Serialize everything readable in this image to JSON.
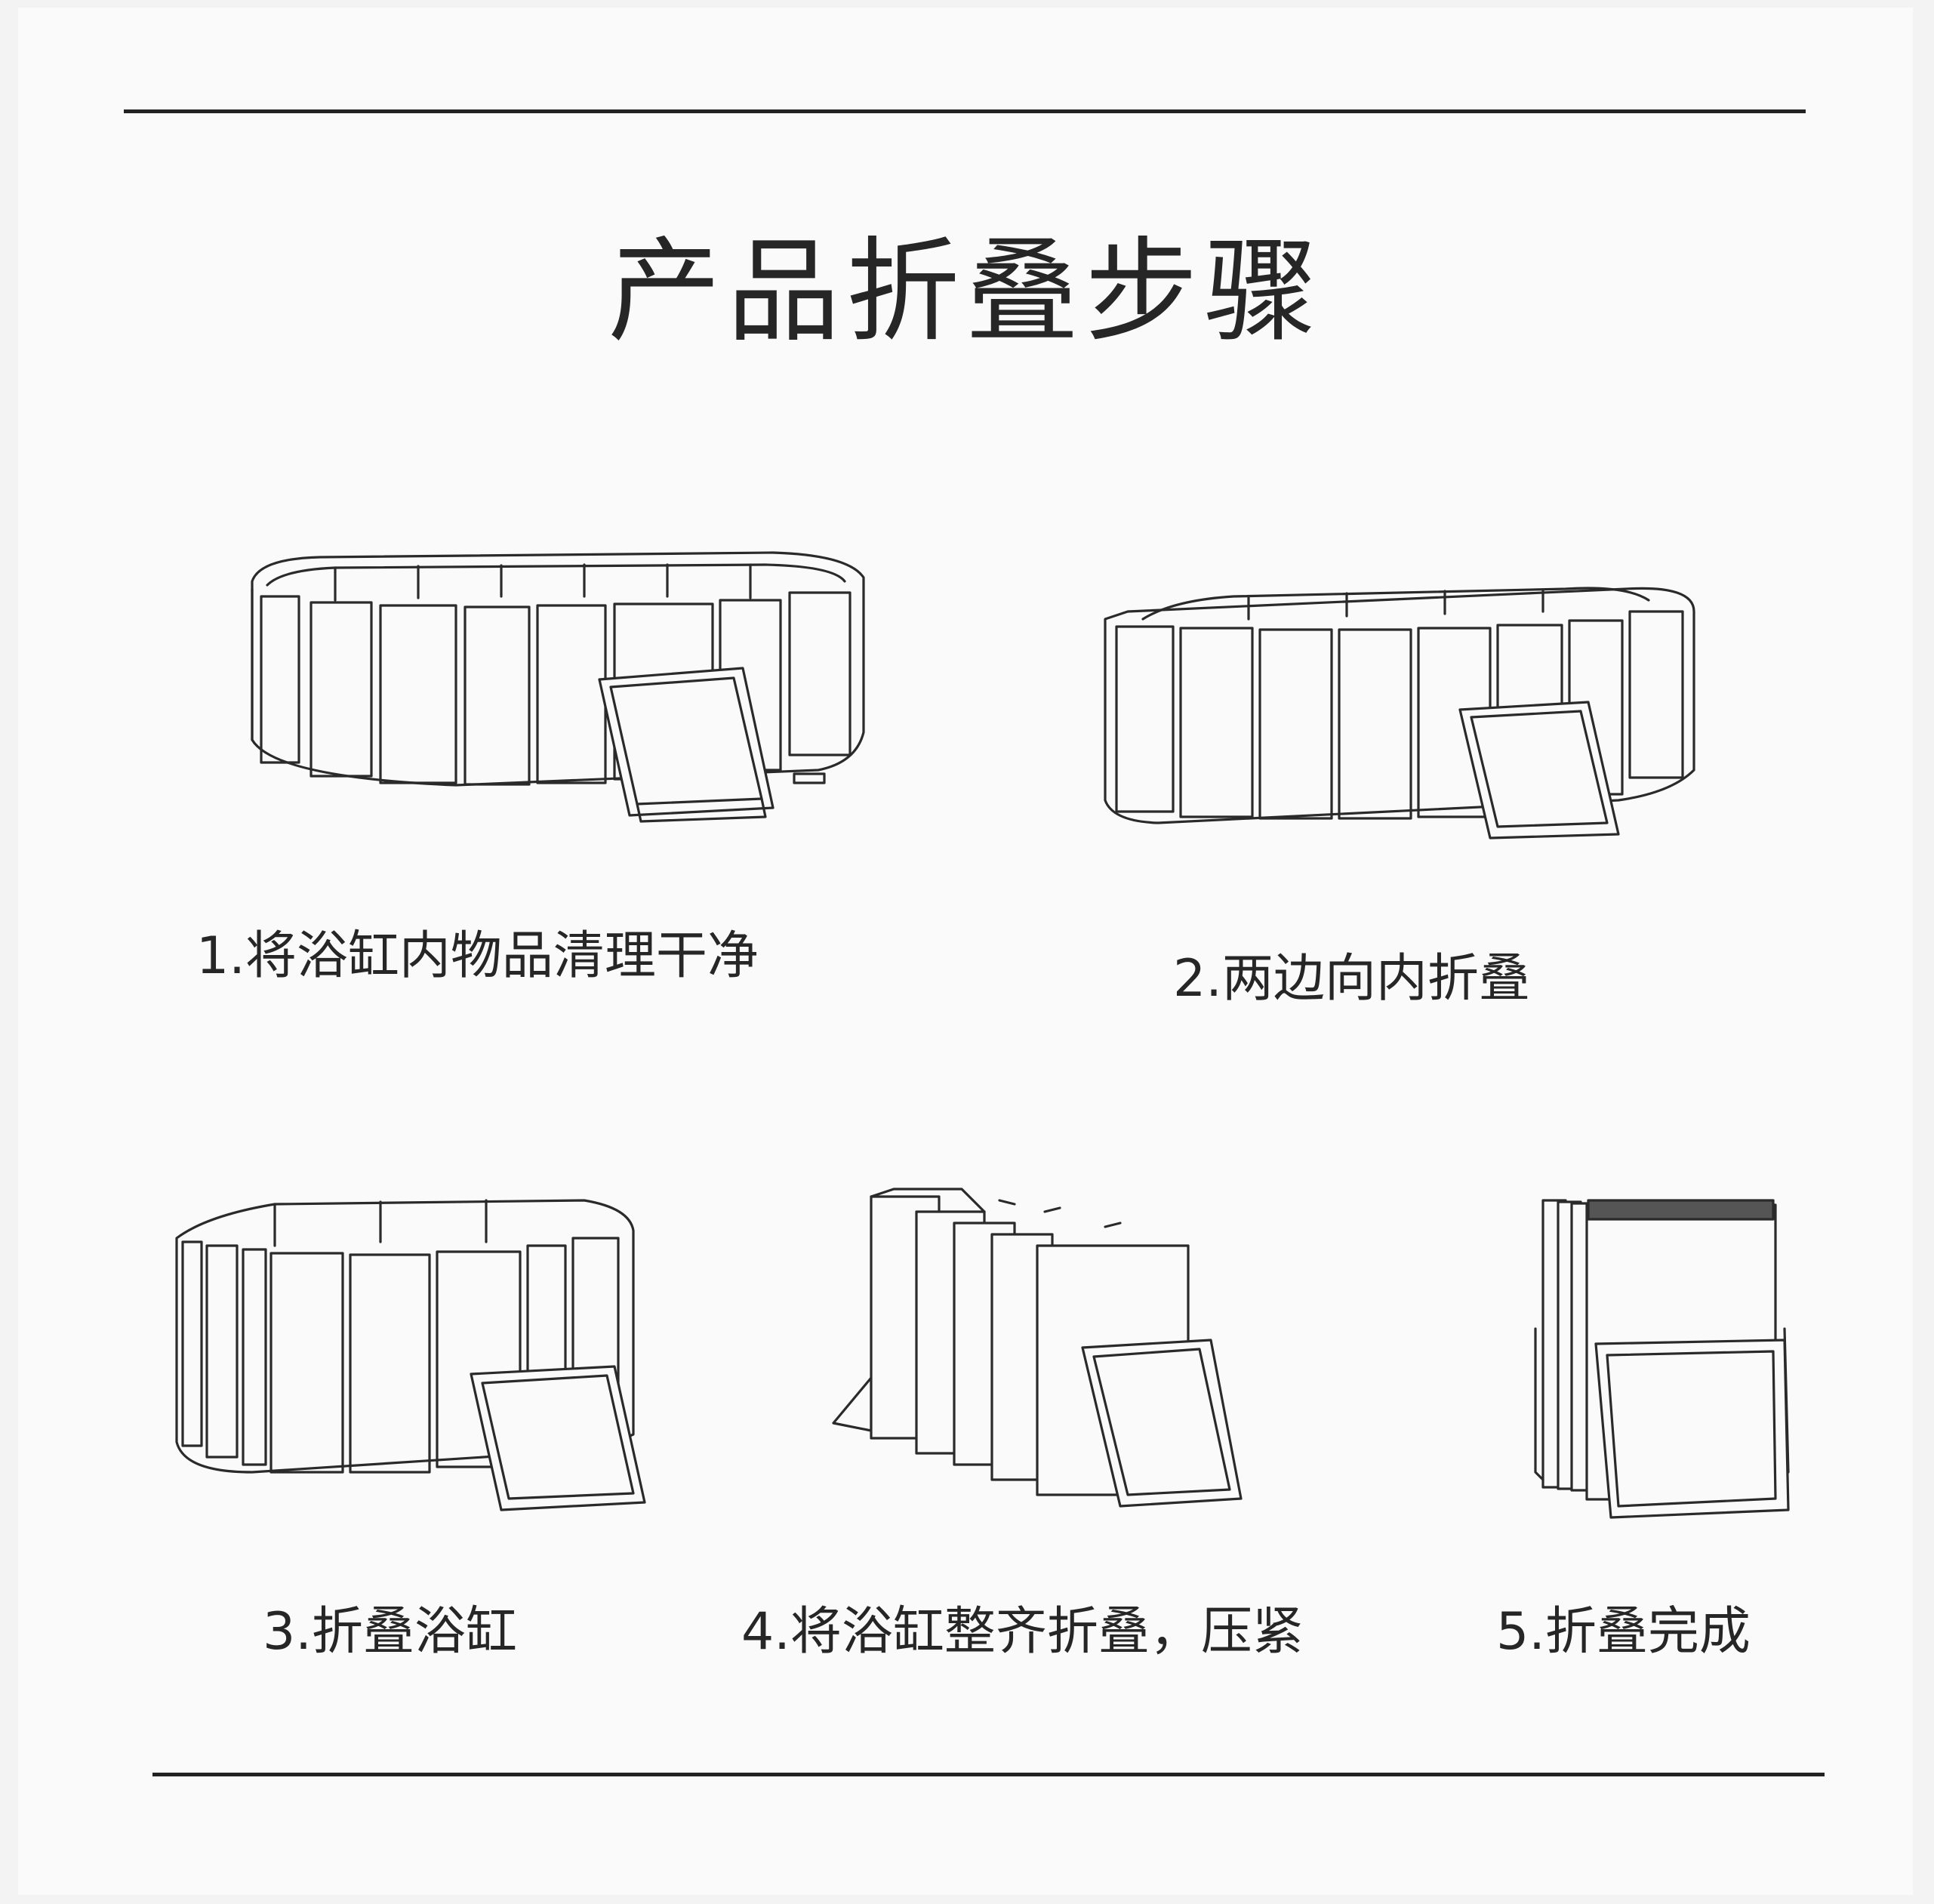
{
  "title": "产品折叠步骤",
  "steps": [
    {
      "caption": "1.将浴缸内物品清理干净",
      "icon": "open-tub-illustration"
    },
    {
      "caption": "2.两边向内折叠",
      "icon": "sides-folding-illustration"
    },
    {
      "caption": "3.折叠浴缸",
      "icon": "folding-tub-illustration"
    },
    {
      "caption": "4.将浴缸整齐折叠，压紧",
      "icon": "compressing-tub-illustration"
    },
    {
      "caption": "5.折叠完成",
      "icon": "folded-tub-illustration"
    }
  ]
}
